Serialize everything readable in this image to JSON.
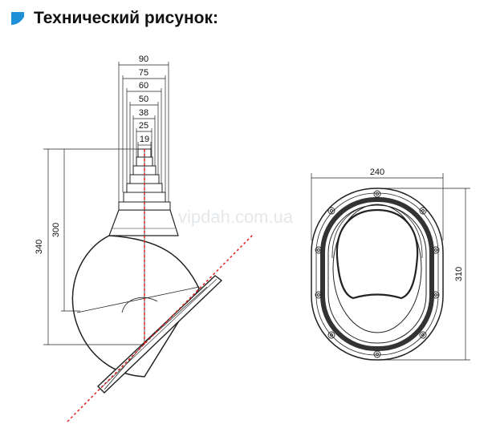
{
  "header": {
    "title": "Технический рисунок:",
    "marker_color": "#1e90d8"
  },
  "left_view": {
    "diameters": [
      "90",
      "75",
      "60",
      "50",
      "38",
      "25",
      "19"
    ],
    "height_total": "340",
    "height_inner": "300",
    "line_color": "#222222",
    "axis_color": "#e02020"
  },
  "right_view": {
    "width": "240",
    "height": "310"
  },
  "watermark": "vipdah.com.ua"
}
